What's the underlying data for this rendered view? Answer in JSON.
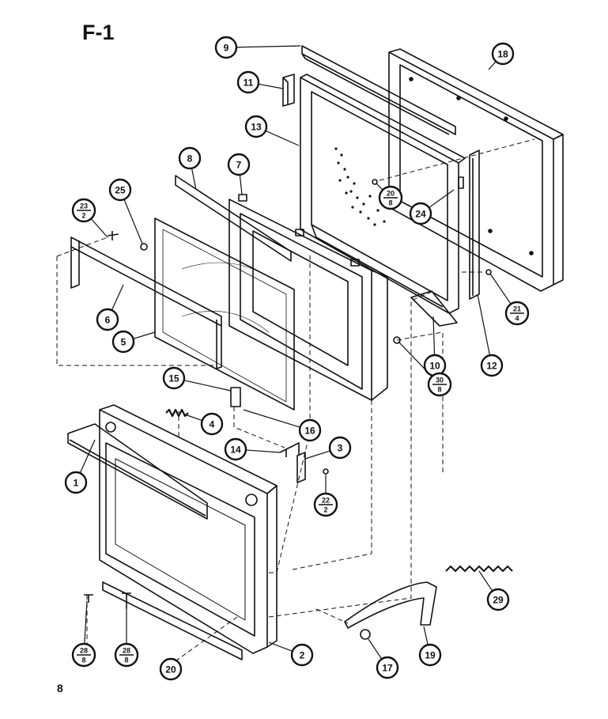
{
  "figure": {
    "title": "F-1",
    "page_number": "8"
  },
  "callouts": [
    {
      "id": "c9",
      "label": "9"
    },
    {
      "id": "c18",
      "label": "18"
    },
    {
      "id": "c11",
      "label": "11"
    },
    {
      "id": "c13",
      "label": "13"
    },
    {
      "id": "c8",
      "label": "8"
    },
    {
      "id": "c7",
      "label": "7"
    },
    {
      "id": "c25",
      "label": "25"
    },
    {
      "id": "c24",
      "label": "24"
    },
    {
      "id": "c6",
      "label": "6"
    },
    {
      "id": "c5",
      "label": "5"
    },
    {
      "id": "c10",
      "label": "10"
    },
    {
      "id": "c12",
      "label": "12"
    },
    {
      "id": "c15",
      "label": "15"
    },
    {
      "id": "c4",
      "label": "4"
    },
    {
      "id": "c16",
      "label": "16"
    },
    {
      "id": "c14",
      "label": "14"
    },
    {
      "id": "c3",
      "label": "3"
    },
    {
      "id": "c1",
      "label": "1"
    },
    {
      "id": "c29",
      "label": "29"
    },
    {
      "id": "c2",
      "label": "2"
    },
    {
      "id": "c20b",
      "label": "20"
    },
    {
      "id": "c17",
      "label": "17"
    },
    {
      "id": "c19",
      "label": "19"
    }
  ],
  "fraction_callouts": [
    {
      "id": "f23_2",
      "top": "23",
      "bottom": "2"
    },
    {
      "id": "f20_8",
      "top": "20",
      "bottom": "8"
    },
    {
      "id": "f21_4",
      "top": "21",
      "bottom": "4"
    },
    {
      "id": "f30_8",
      "top": "30",
      "bottom": "8"
    },
    {
      "id": "f22_2",
      "top": "22",
      "bottom": "2"
    },
    {
      "id": "f28_8a",
      "top": "28",
      "bottom": "8"
    },
    {
      "id": "f28_8b",
      "top": "28",
      "bottom": "8"
    }
  ],
  "colors": {
    "ink": "#111111",
    "paper": "#ffffff"
  }
}
